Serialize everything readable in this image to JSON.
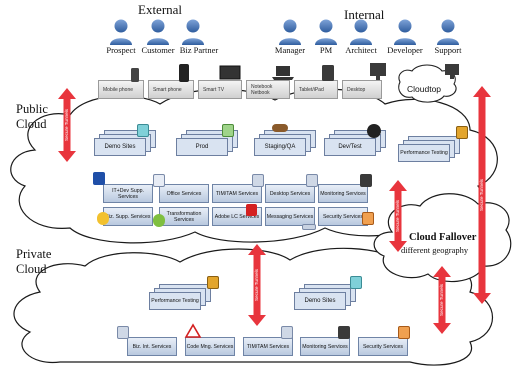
{
  "groups": {
    "external": "External",
    "internal": "Internal"
  },
  "people": {
    "external": [
      "Prospect",
      "Customer",
      "Biz Partner"
    ],
    "internal": [
      "Manager",
      "PM",
      "Architect",
      "Developer",
      "Support"
    ]
  },
  "devices": [
    "Mobile phone",
    "Smart phone",
    "Smart TV",
    "Notebook Netbook",
    "Tablet/iPad",
    "Desktop"
  ],
  "cloudtop": "Cloudtop",
  "clouds": {
    "public": {
      "title_line1": "Public",
      "title_line2": "Cloud"
    },
    "private": {
      "title_line1": "Private",
      "title_line2": "Cloud"
    },
    "fallover": {
      "title_line1": "Cloud Fallover",
      "title_line2": "different geography"
    }
  },
  "public_stacks": [
    "Demo Sites",
    "Prod",
    "Staging/QA",
    "Dev/Test",
    "Performance Testing"
  ],
  "public_services": [
    "IT+Dev Supp. Services",
    "Office Services",
    "TIM/TAM Services",
    "Desktop Services",
    "Monitoring Services",
    "Biz. Supp. Services",
    "Transformation Services",
    "Adobe LC Services",
    "Messaging Services",
    "Security Services"
  ],
  "private_stacks": [
    "Performance Testing",
    "Demo Sites"
  ],
  "private_services": [
    "Biz. Int. Services",
    "Code Mng. Services",
    "TIM/TAM Services",
    "Monitoring Services",
    "Security Services"
  ],
  "arrow_label": "Secure Tunnels",
  "colors": {
    "arrow": "#e8353d",
    "person": "#4f77b5",
    "card": "#d9e3f1"
  }
}
